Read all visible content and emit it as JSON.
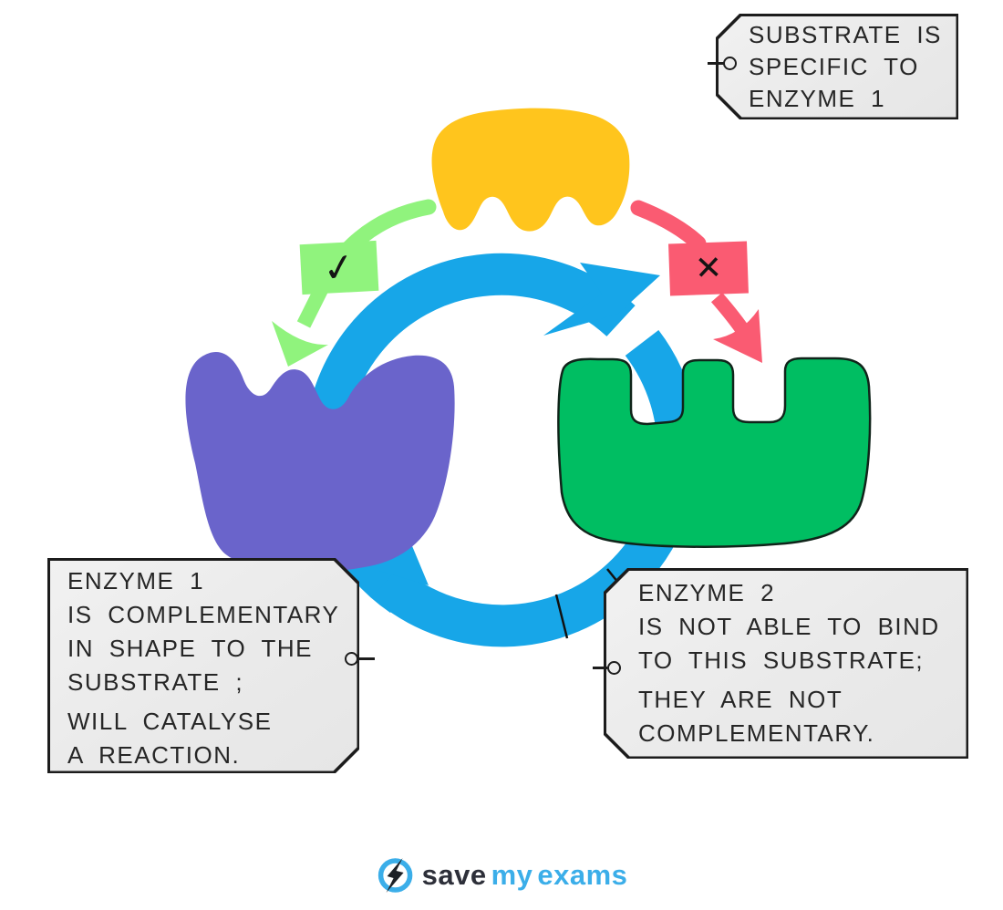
{
  "colors": {
    "background": "#FFFFFF",
    "substrate_yellow": "#FFC51D",
    "enzyme1_purple": "#6A64CB",
    "enzyme2_green": "#00BE62",
    "enzyme2_outline": "#10241A",
    "cycle_blue": "#17A6E8",
    "success_green": "#90F37D",
    "fail_red": "#FA5B72",
    "tag_background": "#EAEAEA",
    "tag_border": "#1C1C1C",
    "text": "#262626",
    "logo_blue": "#3BAEE9",
    "logo_dark": "#2D2F39",
    "mark_color": "#141414"
  },
  "diagram": {
    "check_icon": "✓",
    "cross_icon": "✕"
  },
  "tags": {
    "substrate_tag": {
      "lines": [
        "SUBSTRATE IS",
        "SPECIFIC TO",
        "ENZYME 1"
      ]
    },
    "enzyme1_tag": {
      "lines": [
        "ENZYME 1",
        "IS COMPLEMENTARY",
        "IN SHAPE TO THE",
        "SUBSTRATE ;",
        "WILL CATALYSE",
        "A REACTION."
      ]
    },
    "enzyme2_tag": {
      "lines": [
        "ENZYME 2",
        "IS NOT ABLE TO BIND",
        "TO THIS SUBSTRATE;",
        "THEY ARE NOT",
        "COMPLEMENTARY."
      ]
    }
  },
  "logo": {
    "word_save": "save",
    "word_my": "my",
    "word_exams": "exams"
  }
}
